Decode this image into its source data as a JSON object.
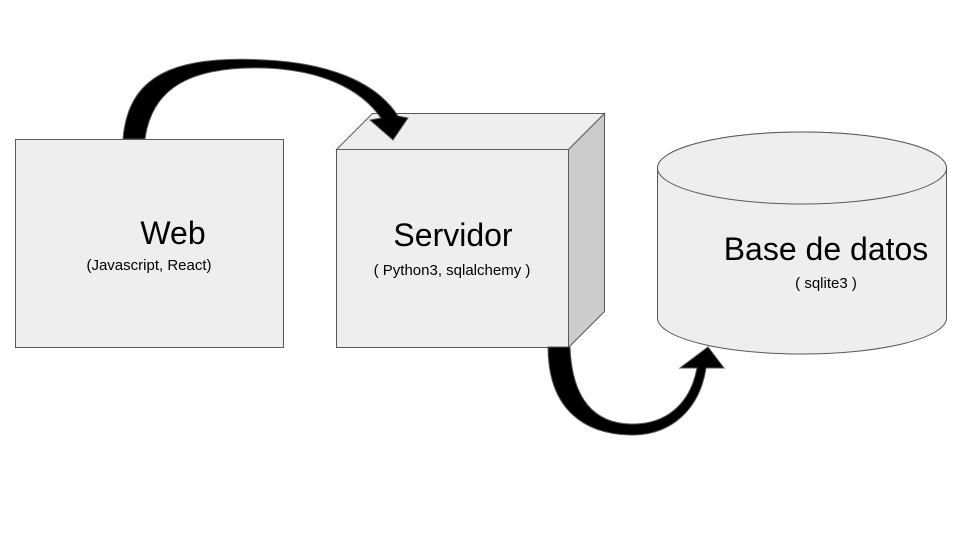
{
  "nodes": {
    "web": {
      "title": "Web",
      "subtitle": "(Javascript, React)"
    },
    "server": {
      "title": "Servidor",
      "subtitle": "( Python3, sqlalchemy )"
    },
    "database": {
      "title": "Base de datos",
      "subtitle": "( sqlite3 )"
    }
  },
  "colors": {
    "box_fill": "#eeeeee",
    "box_side": "#cccccc",
    "stroke": "#595959",
    "arrow": "#000000"
  }
}
